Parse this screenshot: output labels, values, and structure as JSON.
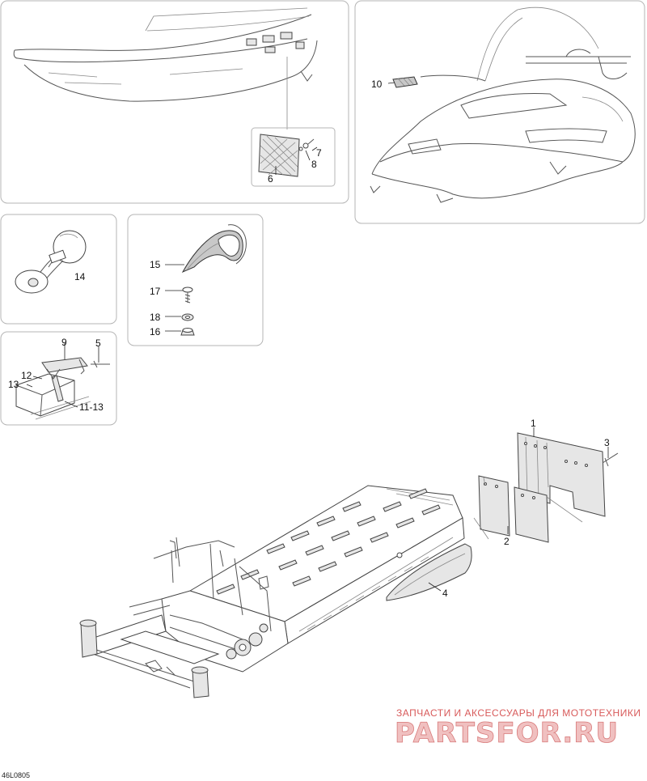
{
  "callouts": {
    "c1": "1",
    "c2": "2",
    "c3": "3",
    "c4": "4",
    "c5": "5",
    "c6": "6",
    "c7": "7",
    "c8": "8",
    "c9": "9",
    "c10": "10",
    "c11_13": "11-13",
    "c12": "12",
    "c13": "13",
    "c14": "14",
    "c15": "15",
    "c16": "16",
    "c17": "17",
    "c18": "18"
  },
  "watermark": {
    "tagline": "ЗАПЧАСТИ И АКСЕССУАРЫ ДЛЯ МОТОТЕХНИКИ",
    "brand": "PARTSFOR.RU"
  },
  "reference_code": "46L0805"
}
